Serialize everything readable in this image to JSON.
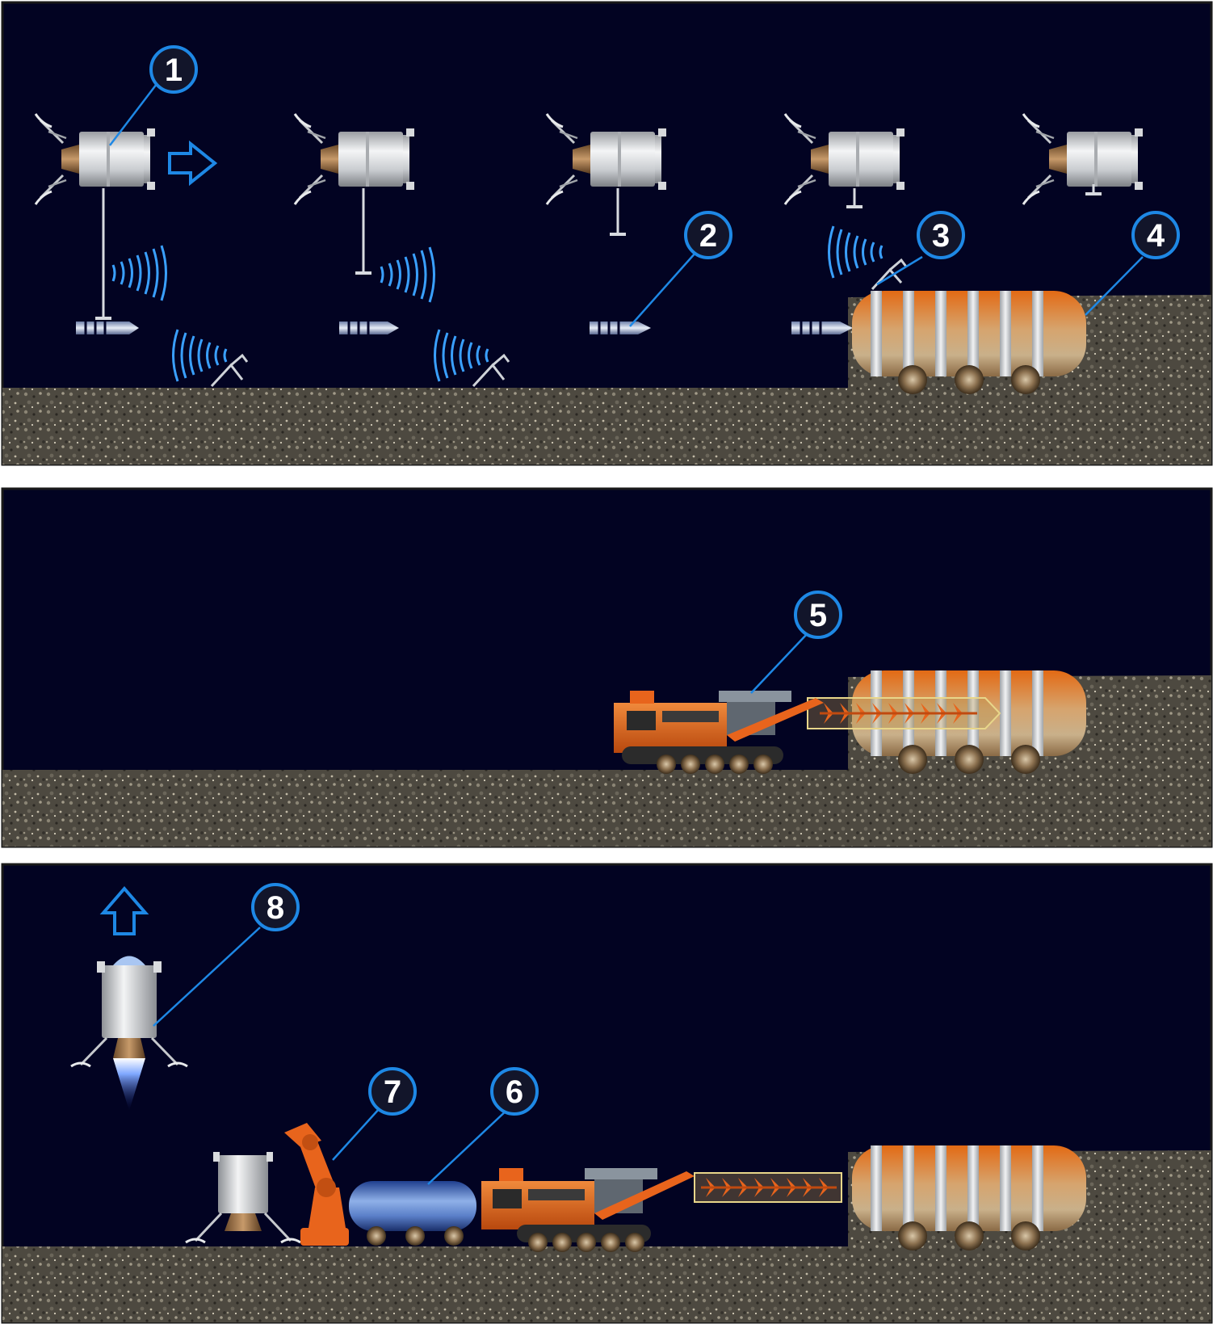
{
  "panels": [
    {
      "id": "panel-1",
      "label": "landing-and-deployment"
    },
    {
      "id": "panel-2",
      "label": "drilling"
    },
    {
      "id": "panel-3",
      "label": "transfer-and-ascent"
    }
  ],
  "callouts": [
    {
      "number": "1",
      "refers_to": "lander"
    },
    {
      "number": "2",
      "refers_to": "penetrator-probe"
    },
    {
      "number": "3",
      "refers_to": "sensor-antenna"
    },
    {
      "number": "4",
      "refers_to": "buried-segmented-habitat-module"
    },
    {
      "number": "5",
      "refers_to": "tracked-drilling-rig"
    },
    {
      "number": "6",
      "refers_to": "sample-tank-cart"
    },
    {
      "number": "7",
      "refers_to": "robotic-arm"
    },
    {
      "number": "8",
      "refers_to": "ascent-vehicle"
    }
  ],
  "colors": {
    "sky": "#020322",
    "ground": "#4a463f",
    "callout_ring": "#1e88e5",
    "callout_fill": "#12152a",
    "arrow": "#1e88e5",
    "signal": "#3aa0ff",
    "module_orange": "#e4782a",
    "rig_orange": "#e8641c"
  },
  "icons": [
    "lander-icon",
    "penetrator-icon",
    "antenna-icon",
    "signal-waves-icon",
    "arrow-right-icon",
    "arrow-up-icon",
    "habitat-module-icon",
    "drill-rig-icon",
    "auger-icon",
    "tank-cart-icon",
    "robot-arm-icon",
    "ascent-vehicle-icon"
  ]
}
